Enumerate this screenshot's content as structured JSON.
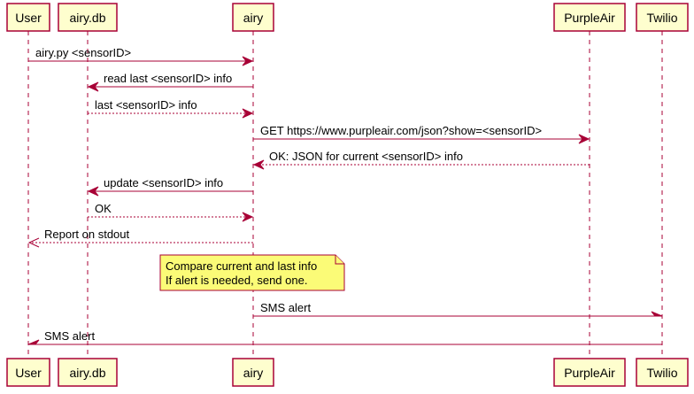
{
  "participants": [
    {
      "id": "user",
      "label": "User"
    },
    {
      "id": "airydb",
      "label": "airy.db"
    },
    {
      "id": "airy",
      "label": "airy"
    },
    {
      "id": "purpleair",
      "label": "PurpleAir"
    },
    {
      "id": "twilio",
      "label": "Twilio"
    }
  ],
  "messages": [
    {
      "from": "user",
      "to": "airy",
      "text": "airy.py <sensorID>",
      "style": "solid"
    },
    {
      "from": "airy",
      "to": "airydb",
      "text": "read last <sensorID> info",
      "style": "solid"
    },
    {
      "from": "airydb",
      "to": "airy",
      "text": "last <sensorID> info",
      "style": "dashed"
    },
    {
      "from": "airy",
      "to": "purpleair",
      "text": "GET https://www.purpleair.com/json?show=<sensorID>",
      "style": "solid"
    },
    {
      "from": "purpleair",
      "to": "airy",
      "text": "OK: JSON for current <sensorID> info",
      "style": "dashed"
    },
    {
      "from": "airy",
      "to": "airydb",
      "text": "update <sensorID> info",
      "style": "solid"
    },
    {
      "from": "airydb",
      "to": "airy",
      "text": "OK",
      "style": "dashed"
    },
    {
      "from": "airy",
      "to": "user",
      "text": "Report on stdout",
      "style": "dashed"
    },
    {
      "from": "airy",
      "to": "twilio",
      "text": "SMS alert",
      "style": "solid",
      "head": "half"
    },
    {
      "from": "twilio",
      "to": "user",
      "text": "SMS alert",
      "style": "solid",
      "head": "half"
    }
  ],
  "note": {
    "over": "airy",
    "lines": [
      "Compare current and last info",
      "If alert is needed, send one."
    ]
  },
  "colors": {
    "participant_fill": "#FEFECE",
    "border": "#A80036",
    "note_fill": "#FBFB77"
  }
}
